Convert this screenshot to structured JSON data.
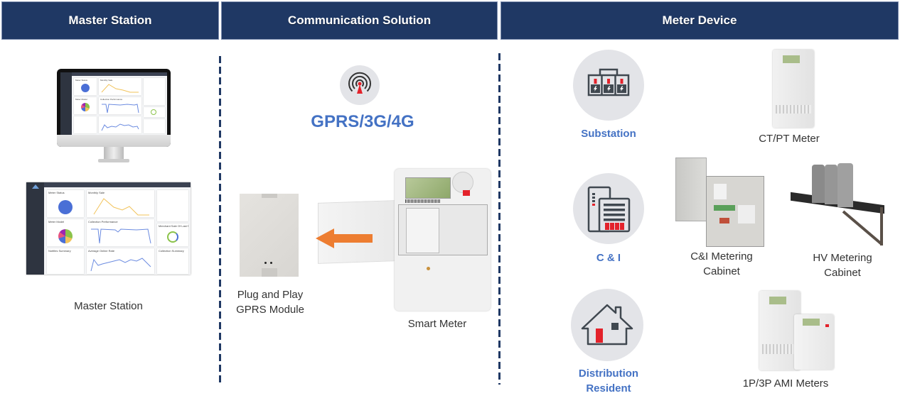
{
  "headers": [
    {
      "label": "Master Station"
    },
    {
      "label": "Communication Solution"
    },
    {
      "label": "Meter Device"
    }
  ],
  "master_station": {
    "caption": "Master Station",
    "dashboard_panels": [
      "Meter Status",
      "Monthly Sale",
      "Meter Model",
      "Collection Performance",
      "Notifies Summary",
      "Average Online Rate",
      "Collection Summary",
      "Merchant Sale Of Last Month"
    ]
  },
  "communication": {
    "network_label": "GPRS/3G/4G",
    "module_caption_line1": "Plug and Play",
    "module_caption_line2": "GPRS Module",
    "meter_caption": "Smart Meter",
    "antenna_icon": "antenna-icon",
    "arrow_color": "#ed7d31"
  },
  "meter_device": {
    "categories": [
      {
        "label_line1": "Substation",
        "label_line2": "",
        "icon": "substation-icon"
      },
      {
        "label_line1": "C & I",
        "label_line2": "",
        "icon": "building-icon"
      },
      {
        "label_line1": "Distribution",
        "label_line2": "Resident",
        "icon": "house-icon"
      }
    ],
    "products": [
      {
        "line1": "CT/PT Meter",
        "line2": ""
      },
      {
        "line1": "C&I Metering",
        "line2": "Cabinet"
      },
      {
        "line1": "HV Metering",
        "line2": "Cabinet"
      },
      {
        "line1": "1P/3P AMI Meters",
        "line2": ""
      }
    ]
  },
  "colors": {
    "header_bg": "#1f3864",
    "accent_blue": "#4472c4",
    "accent_red": "#e3222b",
    "icon_gray": "#404850",
    "circle_bg": "#e3e4e8"
  }
}
